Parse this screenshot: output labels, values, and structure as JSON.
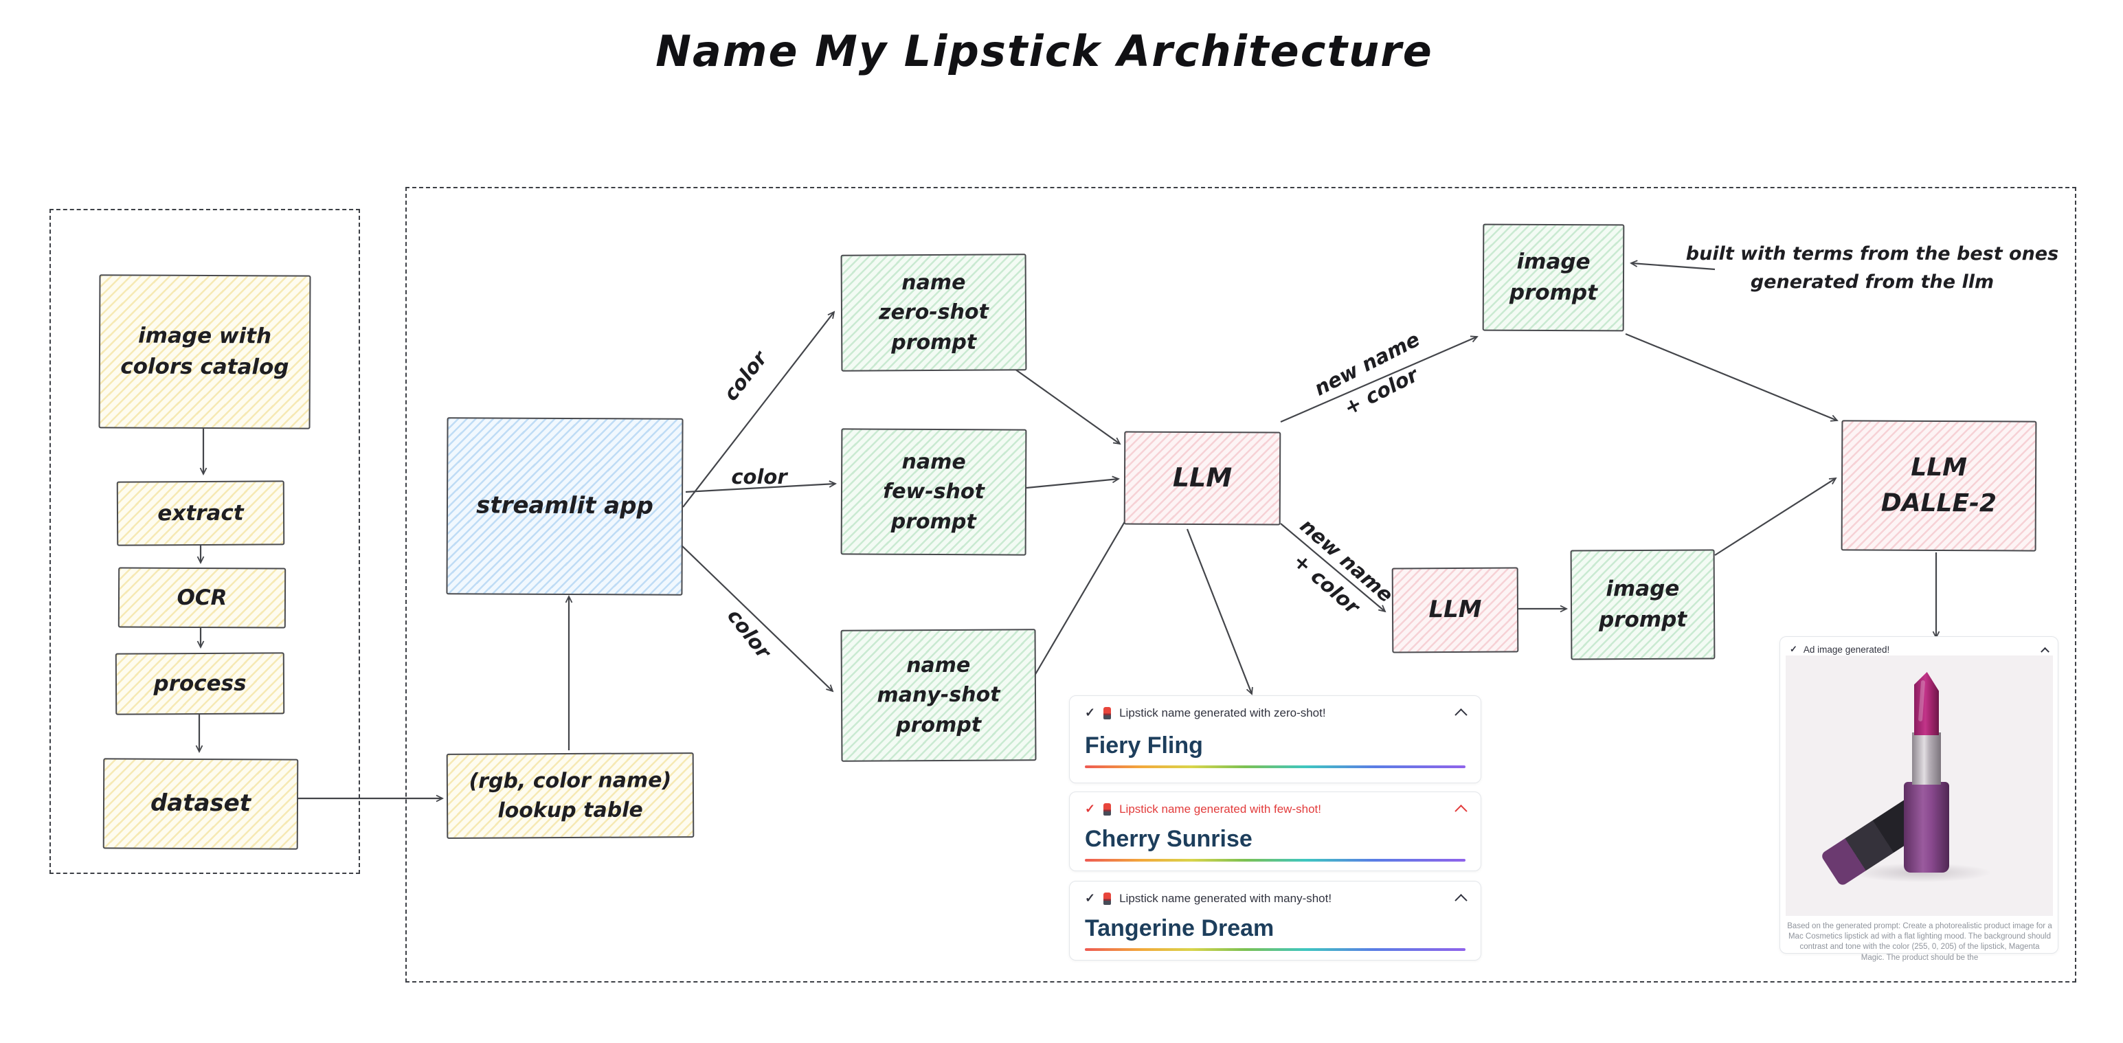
{
  "title": "Name My Lipstick Architecture",
  "icons": {
    "check": "✓"
  },
  "colors": {
    "alert_red": "#e23b3b",
    "heading_navy": "#1d3e5c",
    "box_yellow": "#fefcf0",
    "box_blue": "#f1f8fe",
    "box_green": "#f3fbf4",
    "box_pink": "#fdf4f5",
    "rainbow": [
      "#ee5a52",
      "#f2a93b",
      "#d9d44a",
      "#7cc152",
      "#3ec6c0",
      "#5a7de5",
      "#8f63ea"
    ]
  },
  "pipeline": {
    "catalog": "image with\ncolors catalog",
    "extract": "extract",
    "ocr": "OCR",
    "process": "process",
    "dataset": "dataset",
    "lookup_table": "(rgb, color name)\nlookup table"
  },
  "app": {
    "streamlit": "streamlit app"
  },
  "prompts": {
    "zero": "name\nzero-shot\nprompt",
    "few": "name\nfew-shot\nprompt",
    "many": "name\nmany-shot\nprompt"
  },
  "models": {
    "llm_main": "LLM",
    "llm_secondary": "LLM",
    "dalle": "LLM\nDALLE-2"
  },
  "image_prompts": {
    "top": "image\nprompt",
    "bottom": "image\nprompt"
  },
  "edge_labels": {
    "color_zero": "color",
    "color_few": "color",
    "color_many": "color",
    "new_name_top": "new name\n+ color",
    "new_name_bottom": "new name\n+ color"
  },
  "annotation": "built with terms from the best ones\ngenerated from the llm",
  "result_cards": [
    {
      "header": "Lipstick name generated with zero-shot!",
      "name": "Fiery Fling"
    },
    {
      "header": "Lipstick name generated with few-shot!",
      "name": "Cherry Sunrise"
    },
    {
      "header": "Lipstick name generated with many-shot!",
      "name": "Tangerine Dream"
    }
  ],
  "image_card": {
    "header": "Ad image generated!",
    "caption": "Based on the generated prompt: Create a photorealistic product image for a Mac Cosmetics lipstick ad with a flat lighting mood. The background should contrast and tone with the color (255, 0, 205) of the lipstick, Magenta Magic. The product should be the"
  }
}
